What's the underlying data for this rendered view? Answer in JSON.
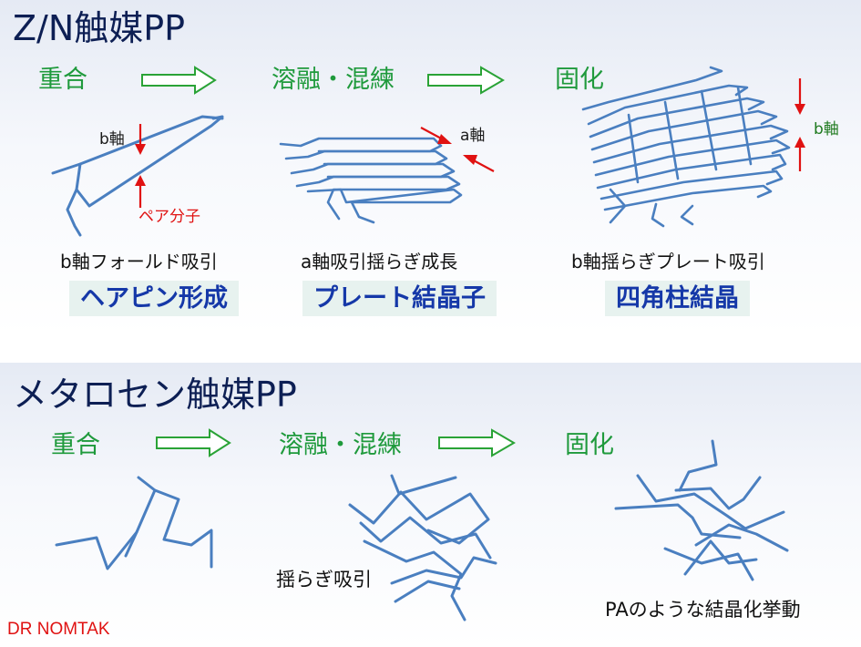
{
  "zn": {
    "title": "Z/N触媒PP",
    "stages": [
      "重合",
      "溶融・混練",
      "固化"
    ],
    "captions": [
      "b軸フォールド吸引",
      "a軸吸引揺らぎ成長",
      "b軸揺らぎプレート吸引"
    ],
    "boxes": [
      "ヘアピン形成",
      "プレート結晶子",
      "四角柱結晶"
    ],
    "annotations": {
      "b_axis": "b軸",
      "pair": "ペア分子",
      "a_axis": "a軸",
      "b_axis_right": "b軸"
    }
  },
  "metallocene": {
    "title": "メタロセン触媒PP",
    "stages": [
      "重合",
      "溶融・混練",
      "固化"
    ],
    "notes": {
      "fluct": "揺らぎ吸引",
      "pa": "PAのような結晶化挙動"
    }
  },
  "credit": "DR NOMTAK"
}
